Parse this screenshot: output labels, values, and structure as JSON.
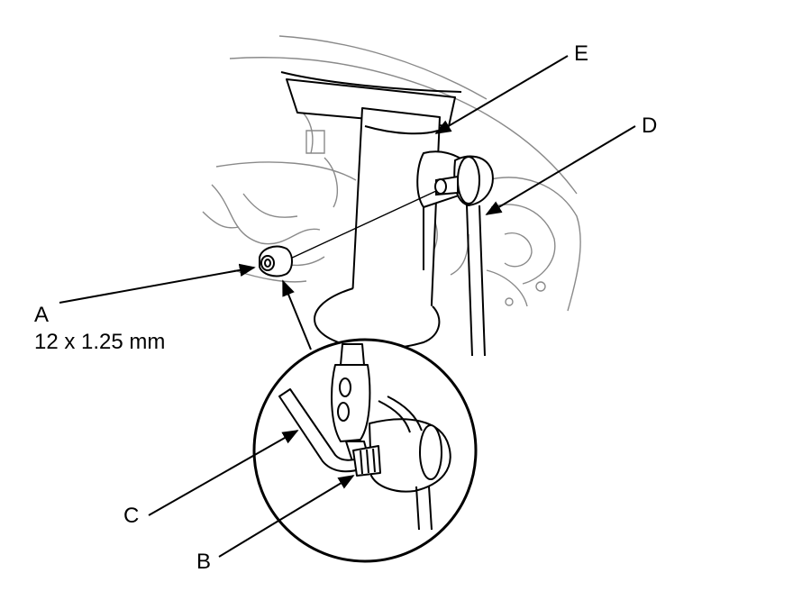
{
  "labels": {
    "a": "A",
    "a_spec": "12 x 1.25 mm",
    "b": "B",
    "c": "C",
    "d": "D",
    "e": "E"
  },
  "colors": {
    "ink": "#000000",
    "paper": "#ffffff",
    "background_detail": "#8a8a8a"
  }
}
